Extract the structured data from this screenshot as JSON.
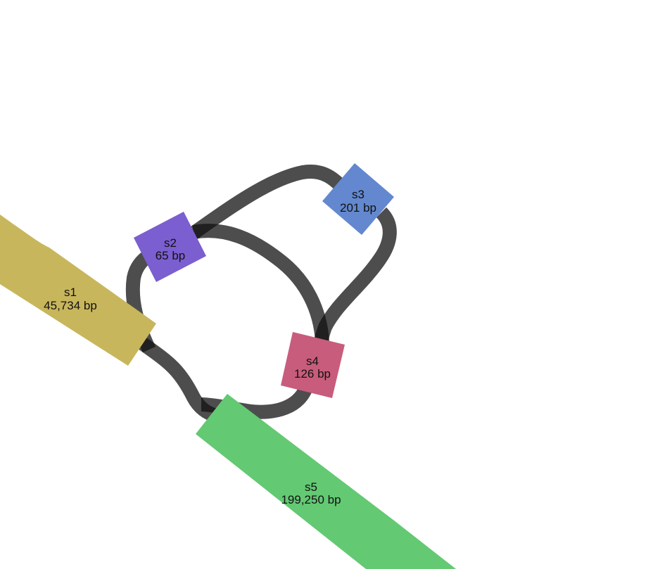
{
  "graph": {
    "nodes": [
      {
        "id": "s1",
        "name": "s1",
        "length": "45,734 bp",
        "color": "#c8b65c"
      },
      {
        "id": "s2",
        "name": "s2",
        "length": "65 bp",
        "color": "#7b5ecf"
      },
      {
        "id": "s3",
        "name": "s3",
        "length": "201 bp",
        "color": "#6388cf"
      },
      {
        "id": "s4",
        "name": "s4",
        "length": "126 bp",
        "color": "#c85c7c"
      },
      {
        "id": "s5",
        "name": "s5",
        "length": "199,250 bp",
        "color": "#63c973"
      }
    ],
    "links": [
      {
        "from": "s1",
        "to": "s2"
      },
      {
        "from": "s1",
        "to": "s5"
      },
      {
        "from": "s2",
        "to": "s3"
      },
      {
        "from": "s2",
        "to": "s4"
      },
      {
        "from": "s3",
        "to": "s4"
      },
      {
        "from": "s4",
        "to": "s5"
      }
    ],
    "link_color": "#111111"
  }
}
